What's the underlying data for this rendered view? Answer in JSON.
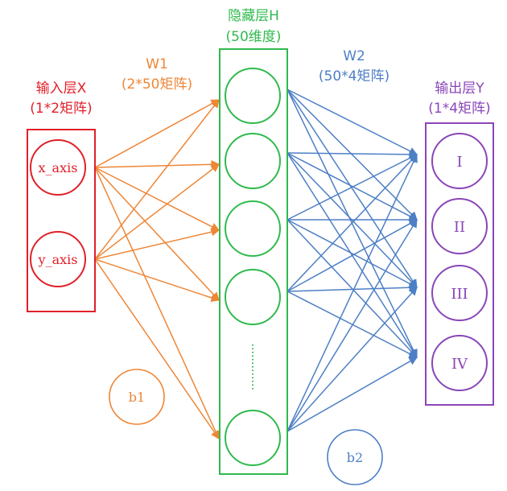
{
  "input_layer": {
    "title": "输入层X",
    "subtitle": "(1*2矩阵)",
    "nodes": [
      "x_axis",
      "y_axis"
    ],
    "color": "#e0202a"
  },
  "weights_1": {
    "label": "W1",
    "subtitle": "(2*50矩阵)",
    "bias": "b1",
    "color": "#ee8636"
  },
  "hidden_layer": {
    "title": "隐藏层H",
    "subtitle": "(50维度)",
    "color": "#2fba4d"
  },
  "weights_2": {
    "label": "W2",
    "subtitle": "(50*4矩阵)",
    "bias": "b2",
    "color": "#4d7fc5"
  },
  "output_layer": {
    "title": "输出层Y",
    "subtitle": "(1*4矩阵)",
    "nodes": [
      "I",
      "II",
      "III",
      "IV"
    ],
    "color": "#8a46b8"
  }
}
